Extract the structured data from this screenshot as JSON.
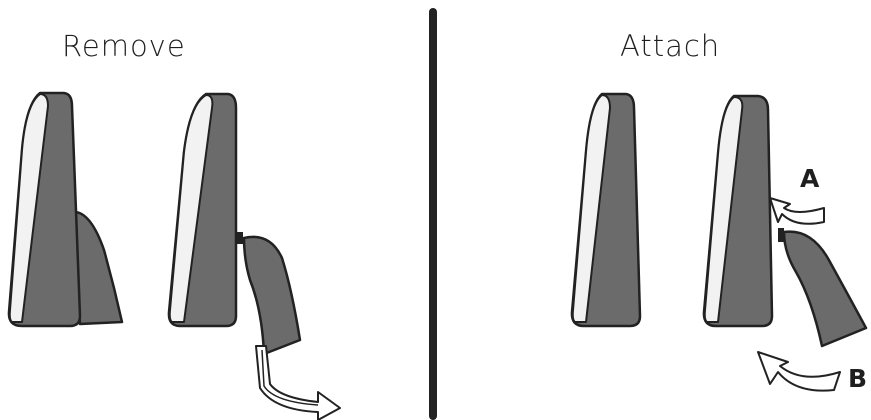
{
  "panels": {
    "remove": {
      "title": "Remove"
    },
    "attach": {
      "title": "Attach"
    }
  },
  "steps": {
    "a": "A",
    "b": "B"
  },
  "colors": {
    "body_fill": "#6b6b6b",
    "outline": "#222222",
    "face_fill": "#f2f2f2",
    "divider": "#222222",
    "arrow_fill": "#ffffff",
    "label": "#1f1f1f"
  },
  "icons": {
    "device": "device-side-view",
    "clip": "cover-clip",
    "arrow": "curved-arrow"
  }
}
